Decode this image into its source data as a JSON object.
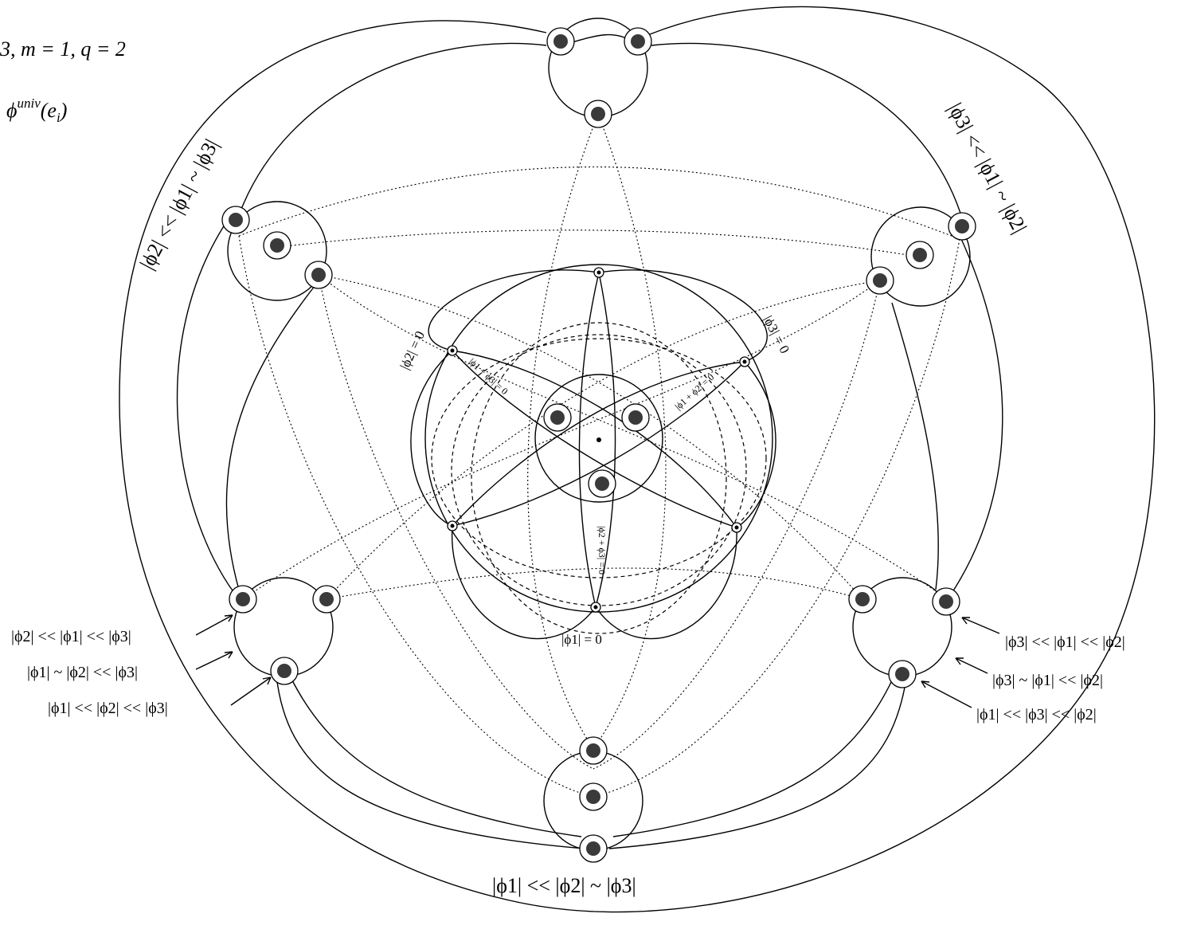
{
  "header": {
    "params": "3, m = 1, q = 2",
    "map_label": "ϕ",
    "map_sup": "univ",
    "map_arg": "(e",
    "map_arg_sub": "i",
    "map_arg_close": ")"
  },
  "regions": {
    "bottom": "|ϕ1| << |ϕ2| ~ |ϕ3|",
    "upper_left": "|ϕ2| << |ϕ1| ~ |ϕ3|",
    "upper_right": "|ϕ3| << |ϕ1| ~ |ϕ2|"
  },
  "inner_labels": {
    "phi1_zero": "|ϕ1| = 0",
    "phi2_zero": "|ϕ2| = 0",
    "phi3_zero": "|ϕ3| = 0",
    "phi1_plus_phi3": "|ϕ1 + ϕ3| = 0",
    "phi1_plus_phi2": "|ϕ1 + ϕ2| = 0",
    "phi2_plus_phi3": "|ϕ2 + ϕ3| = 0"
  },
  "left_annotations": [
    "|ϕ2| << |ϕ1| << |ϕ3|",
    "|ϕ1| ~ |ϕ2| << |ϕ3|",
    "|ϕ1| << |ϕ2| << |ϕ3|"
  ],
  "right_annotations": [
    "|ϕ3| << |ϕ1| << |ϕ2|",
    "|ϕ3| ~ |ϕ1| << |ϕ2|",
    "|ϕ1| << |ϕ3| << |ϕ2|"
  ]
}
